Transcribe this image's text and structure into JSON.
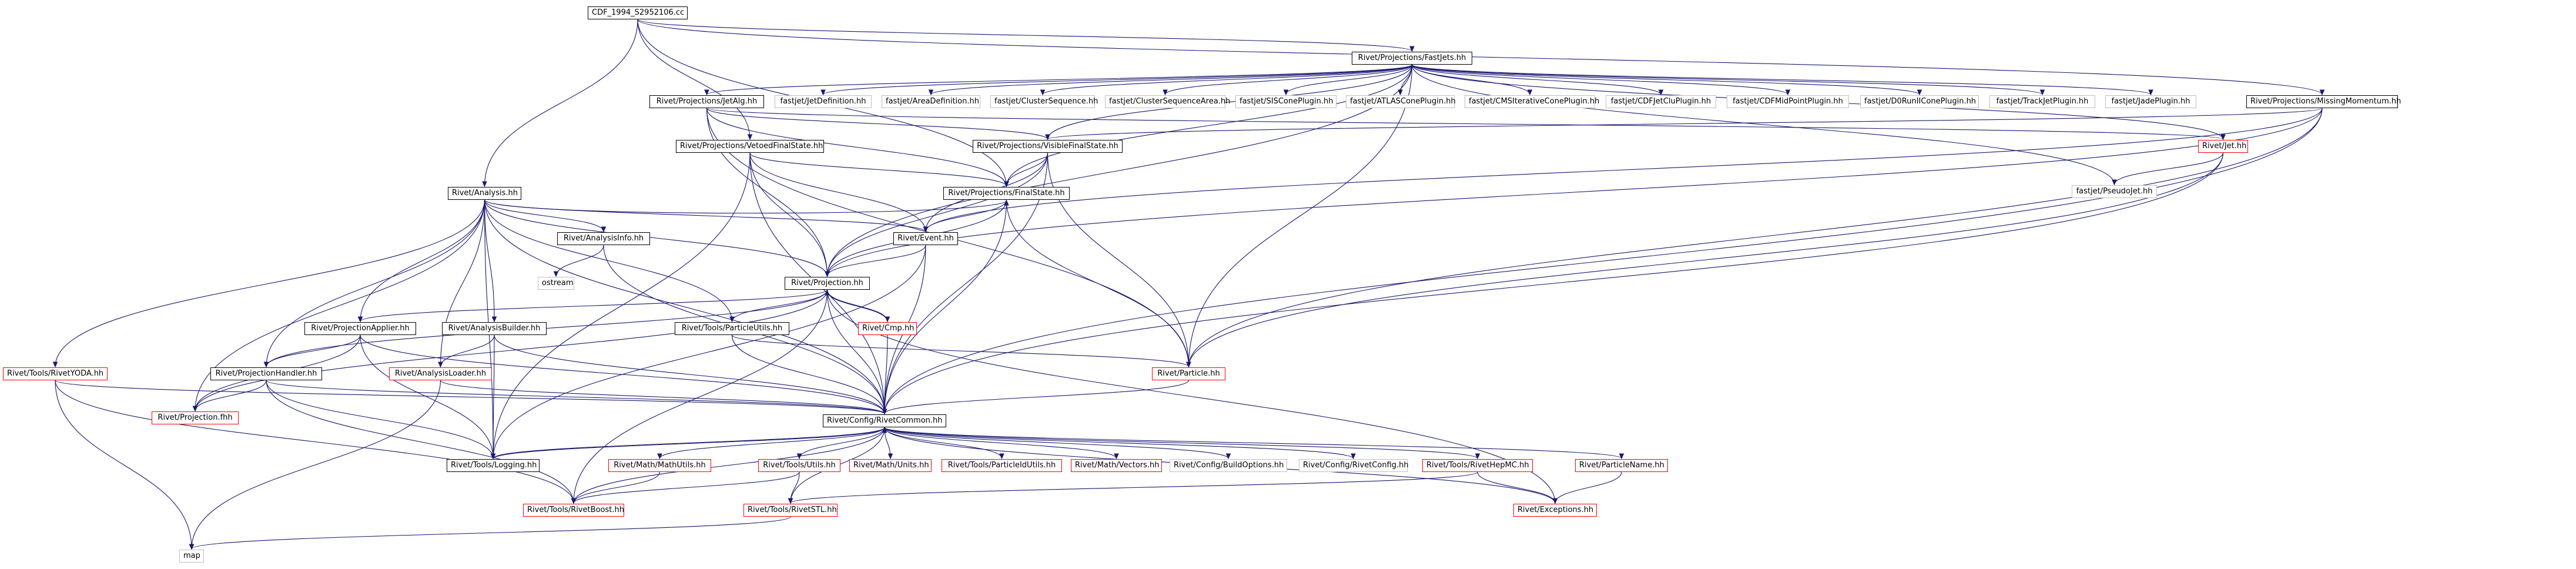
{
  "graph": {
    "nodes": [
      {
        "id": "root",
        "label": "CDF_1994_S2952106.cc",
        "style": "root"
      },
      {
        "id": "fastjets",
        "label": "Rivet/Projections/FastJets.hh",
        "style": "normal"
      },
      {
        "id": "jetalg",
        "label": "Rivet/Projections/JetAlg.hh",
        "style": "normal"
      },
      {
        "id": "jetdef",
        "label": "fastjet/JetDefinition.hh",
        "style": "ext"
      },
      {
        "id": "areadef",
        "label": "fastjet/AreaDefinition.hh",
        "style": "ext"
      },
      {
        "id": "clusterseq",
        "label": "fastjet/ClusterSequence.hh",
        "style": "ext"
      },
      {
        "id": "clusterseqarea",
        "label": "fastjet/ClusterSequenceArea.hh",
        "style": "ext"
      },
      {
        "id": "siscone",
        "label": "fastjet/SISConePlugin.hh",
        "style": "ext"
      },
      {
        "id": "atlascone",
        "label": "fastjet/ATLASConePlugin.hh",
        "style": "ext"
      },
      {
        "id": "cmscone",
        "label": "fastjet/CMSIterativeConePlugin.hh",
        "style": "ext"
      },
      {
        "id": "cdfjetclu",
        "label": "fastjet/CDFJetCluPlugin.hh",
        "style": "ext"
      },
      {
        "id": "cdfmidpoint",
        "label": "fastjet/CDFMidPointPlugin.hh",
        "style": "ext"
      },
      {
        "id": "d0run",
        "label": "fastjet/D0RunIIConePlugin.hh",
        "style": "ext"
      },
      {
        "id": "trackjet",
        "label": "fastjet/TrackJetPlugin.hh",
        "style": "ext"
      },
      {
        "id": "jade",
        "label": "fastjet/JadePlugin.hh",
        "style": "ext"
      },
      {
        "id": "missingmom",
        "label": "Rivet/Projections/MissingMomentum.hh",
        "style": "normal"
      },
      {
        "id": "vetoedfs",
        "label": "Rivet/Projections/VetoedFinalState.hh",
        "style": "normal"
      },
      {
        "id": "visiblefs",
        "label": "Rivet/Projections/VisibleFinalState.hh",
        "style": "normal"
      },
      {
        "id": "jet",
        "label": "Rivet/Jet.hh",
        "style": "red"
      },
      {
        "id": "pseudojet",
        "label": "fastjet/PseudoJet.hh",
        "style": "ext"
      },
      {
        "id": "analysis",
        "label": "Rivet/Analysis.hh",
        "style": "normal"
      },
      {
        "id": "finalstate",
        "label": "Rivet/Projections/FinalState.hh",
        "style": "normal"
      },
      {
        "id": "analysisinfo",
        "label": "Rivet/AnalysisInfo.hh",
        "style": "normal"
      },
      {
        "id": "event",
        "label": "Rivet/Event.hh",
        "style": "normal"
      },
      {
        "id": "ostream",
        "label": "ostream",
        "style": "ext"
      },
      {
        "id": "projection",
        "label": "Rivet/Projection.hh",
        "style": "normal"
      },
      {
        "id": "projapplier",
        "label": "Rivet/ProjectionApplier.hh",
        "style": "normal"
      },
      {
        "id": "analysisbuilder",
        "label": "Rivet/AnalysisBuilder.hh",
        "style": "normal"
      },
      {
        "id": "particleutils",
        "label": "Rivet/Tools/ParticleUtils.hh",
        "style": "normal"
      },
      {
        "id": "cmp",
        "label": "Rivet/Cmp.hh",
        "style": "red"
      },
      {
        "id": "rivetyoda",
        "label": "Rivet/Tools/RivetYODA.hh",
        "style": "red"
      },
      {
        "id": "projhandler",
        "label": "Rivet/ProjectionHandler.hh",
        "style": "normal"
      },
      {
        "id": "analysisloader",
        "label": "Rivet/AnalysisLoader.hh",
        "style": "red"
      },
      {
        "id": "particle",
        "label": "Rivet/Particle.hh",
        "style": "red"
      },
      {
        "id": "projectionfhh",
        "label": "Rivet/Projection.fhh",
        "style": "red"
      },
      {
        "id": "rivetcommon",
        "label": "Rivet/Config/RivetCommon.hh",
        "style": "normal"
      },
      {
        "id": "logging",
        "label": "Rivet/Tools/Logging.hh",
        "style": "normal"
      },
      {
        "id": "mathutils",
        "label": "Rivet/Math/MathUtils.hh",
        "style": "red"
      },
      {
        "id": "utils",
        "label": "Rivet/Tools/Utils.hh",
        "style": "red"
      },
      {
        "id": "units",
        "label": "Rivet/Math/Units.hh",
        "style": "red"
      },
      {
        "id": "particleidutils",
        "label": "Rivet/Tools/ParticleIdUtils.hh",
        "style": "red"
      },
      {
        "id": "vectors",
        "label": "Rivet/Math/Vectors.hh",
        "style": "red"
      },
      {
        "id": "buildoptions",
        "label": "Rivet/Config/BuildOptions.hh",
        "style": "ext"
      },
      {
        "id": "rivetconfig",
        "label": "Rivet/Config/RivetConfig.hh",
        "style": "ext"
      },
      {
        "id": "rivethepmc",
        "label": "Rivet/Tools/RivetHepMC.hh",
        "style": "red"
      },
      {
        "id": "particlename",
        "label": "Rivet/ParticleName.hh",
        "style": "red"
      },
      {
        "id": "rivetboost",
        "label": "Rivet/Tools/RivetBoost.hh",
        "style": "red"
      },
      {
        "id": "rivetstl",
        "label": "Rivet/Tools/RivetSTL.hh",
        "style": "red"
      },
      {
        "id": "exceptions",
        "label": "Rivet/Exceptions.hh",
        "style": "red"
      },
      {
        "id": "map",
        "label": "map",
        "style": "ext"
      }
    ],
    "edge_color": "#191970",
    "root_fill": "#bfbfbf",
    "missing_node_border": "#ff0000",
    "external_node_border": "#bfbfbf"
  }
}
